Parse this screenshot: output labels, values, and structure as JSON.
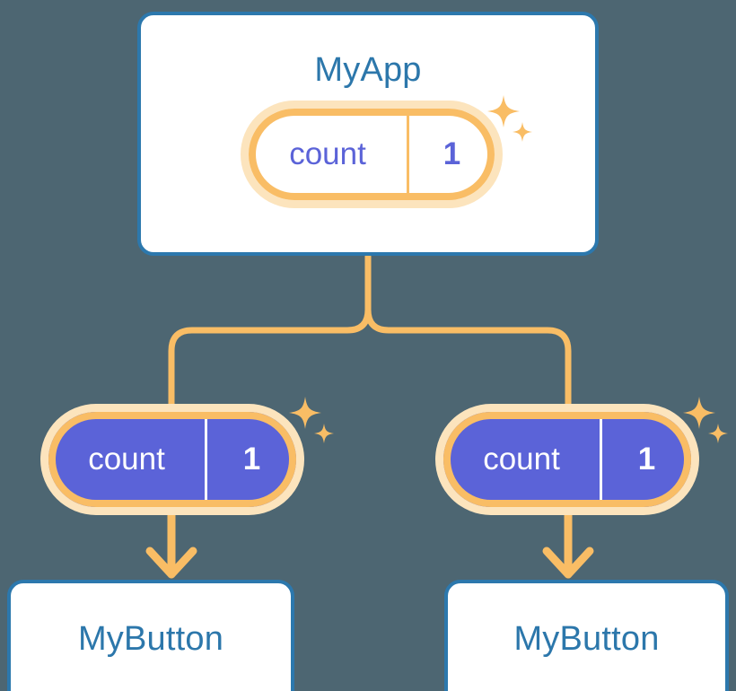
{
  "background_color": "#4d6672",
  "palette": {
    "card_border_blue": "#2c78ad",
    "title_blue": "#2c77ab",
    "accent_orange": "#f9bd65",
    "accent_orange_soft": "#fce4bd",
    "state_purple": "#5b63d8",
    "card_white": "#ffffff"
  },
  "app_card": {
    "title": "MyApp",
    "state_pill": {
      "key": "count",
      "value": "1",
      "sparkle_icon": "sparkles-icon"
    }
  },
  "children": [
    {
      "state_pill": {
        "key": "count",
        "value": "1",
        "sparkle_icon": "sparkles-icon"
      },
      "arrow_icon": "arrow-down-icon",
      "card_title": "MyButton"
    },
    {
      "state_pill": {
        "key": "count",
        "value": "1",
        "sparkle_icon": "sparkles-icon"
      },
      "arrow_icon": "arrow-down-icon",
      "card_title": "MyButton"
    }
  ],
  "connector": {
    "icon": "tree-branch-connector",
    "color": "#f9bd65"
  }
}
